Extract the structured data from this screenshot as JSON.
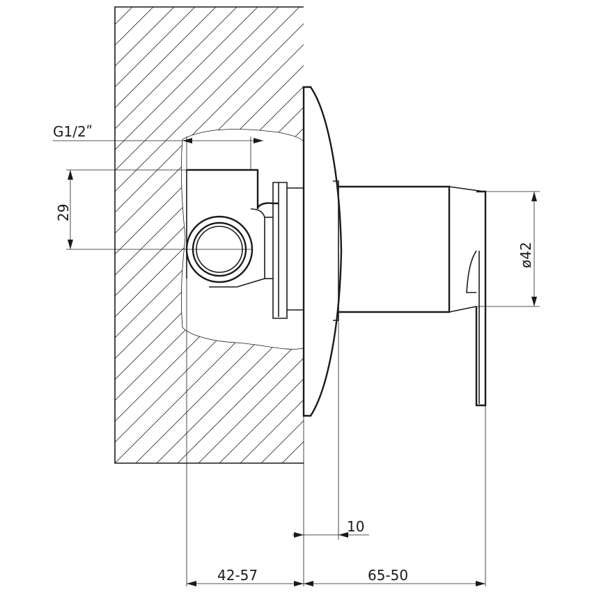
{
  "dimensions": {
    "thread": "G1/2ʺ",
    "center_height": "29",
    "diameter": "ø42",
    "plate_offset": "10",
    "wall_depth": "42-57",
    "projection": "65-50"
  }
}
